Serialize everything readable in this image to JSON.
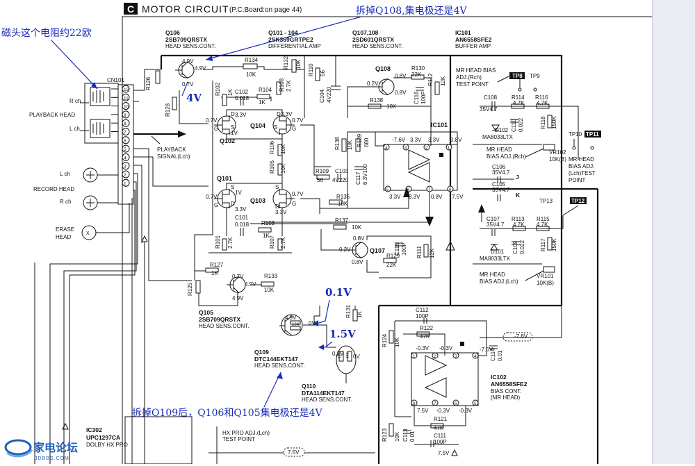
{
  "header": {
    "section_letter": "C",
    "title": "MOTOR  CIRCUIT",
    "subtitle": "(P.C.Board:on page 44)"
  },
  "annotations": {
    "q108_note": "拆掉Q108,集电极还是4V",
    "head_resistance": "磁头这个电阻约22欧",
    "v_4v": "4V",
    "v_01v": "0.1V",
    "v_15v": "1.5V",
    "q109_note": "拆掉Q109后，Q106和Q105集电极还是4V"
  },
  "parts": {
    "q106": {
      "ref": "Q106",
      "part": "2SB709QRSTX",
      "desc": "HEAD SENS.CONT."
    },
    "q101_104": {
      "ref": "Q101 - 104",
      "part": "2SK369GRTPE2",
      "desc": "DIFFERENTIAL AMP"
    },
    "q107_108": {
      "ref": "Q107,108",
      "part": "2SD601QRSTX",
      "desc": "HEAD SENS.CONT."
    },
    "ic101": {
      "ref": "IC101",
      "part": "AN6558SFE2",
      "desc": "BUFFER AMP"
    },
    "q105": {
      "ref": "Q105",
      "part": "2SB709QRSTX",
      "desc": "HEAD SENS.CONT."
    },
    "q109": {
      "ref": "Q109",
      "part": "DTC144EKT147",
      "desc": "HEAD SENS.CONT."
    },
    "q110": {
      "ref": "Q110",
      "part": "DTA114EKT147",
      "desc": "HEAD SENS.CONT."
    },
    "ic102": {
      "ref": "IC102",
      "part": "AN6558SFE2",
      "desc1": "BIAS CONT.",
      "desc2": "(MR HEAD)"
    },
    "ic302": {
      "ref": "IC302",
      "part": "UPC1297CA",
      "desc": "DOLBY HX PRO"
    }
  },
  "labels": {
    "cn101": "CN101",
    "r_ch": "R ch",
    "l_ch": "L ch",
    "playback_head": "PLAYBACK HEAD",
    "record_head": "RECORD HEAD",
    "erase": "ERASE",
    "head": "HEAD",
    "playback": "PLAYBACK",
    "signal_lch": "SIGNAL(Lch)",
    "ic101_label": "IC101",
    "mr_head_bias_rch_1": "MR HEAD BIAS",
    "mr_head_bias_rch_2": "ADJ.(Rch)",
    "mr_head_bias_rch_3": "TEST POINT",
    "mr_bias_adj_rch_1": "MR HEAD",
    "mr_bias_adj_rch_2": "BIAS ADJ.(Rch)",
    "mr_bias_adj_lch_test_1": "MR HEAD",
    "mr_bias_adj_lch_test_2": "BIAS ADJ.",
    "mr_bias_adj_lch_test_3": "(Lch)TEST",
    "mr_bias_adj_lch_test_4": "POINT",
    "mr_bias_adj_lch_1": "MR HEAD",
    "mr_bias_adj_lch_2": "BIAS ADJ.(Lch)",
    "hx_pro_adj_1": "HX PRO ADJ.(Lch)",
    "hx_pro_adj_2": "TEST POINT",
    "tp8": "TP8",
    "tp9": "TP9",
    "tp10": "TP10",
    "tp11": "TP11",
    "tp12": "TP12",
    "tp13": "TP13",
    "vr102": "VR102",
    "vr102_val": "10K(B)",
    "vr101": "VR101",
    "vr101_val": "10K(B)",
    "d102": "D102",
    "d102_part": "MA8033LTX",
    "d101": "D101",
    "d101_part": "MA8033LTX",
    "r126": "R126",
    "r128": "R128",
    "r134": "R134",
    "r134v": "10K",
    "r132": "R132",
    "r132v": "10K",
    "r110": "R110",
    "r110v": "56",
    "c104": "C104",
    "c104v": "4V220",
    "r130": "R130",
    "r130v": "22K",
    "r112": "R112",
    "r112v": "12K",
    "c116": "C116",
    "c116v": "100P",
    "r138": "R138",
    "r138v": "10K",
    "r102": "R102",
    "r102v": "1K",
    "c102": "C102",
    "c102v": "0.018",
    "r104": "R104",
    "r104v": "1K",
    "r108": "R108",
    "r108v": "2.7K",
    "r106": "R106",
    "r106v": "10K",
    "r105": "R105",
    "r105v": "10K",
    "r136": "R136",
    "r136v": "10K",
    "r139": "R139",
    "r139v": "680",
    "r109": "R109",
    "r109v": "56",
    "c103": "C103",
    "c103v": "4V220",
    "c117": "C117",
    "c117v": "6.3V100",
    "r135": "R135",
    "r135v": "10K",
    "c101": "C101",
    "c101v": "0.018",
    "r103": "R103",
    "r103v": "1K",
    "r101": "R101",
    "r101v": "2.7K",
    "r107": "R107",
    "r107v": "2.7K",
    "r137": "R137",
    "r137v": "10K",
    "c115": "C115",
    "c115v": "100P",
    "r129": "R129",
    "r129v": "22K",
    "r111": "R111",
    "r111v": "12K",
    "r127": "R127",
    "r127v": "1K",
    "r125": "R125",
    "r133": "R133",
    "r133v": "10K",
    "c108": "C108",
    "c108v": "35V4.7",
    "r114": "R114",
    "r114v": "4.7K",
    "r116": "R116",
    "r116v": "4.7K",
    "c110": "C110",
    "c110v": "0.022",
    "r118": "R118",
    "r118v": "150K",
    "c106": "C106",
    "c106v": "35V4.7",
    "c105": "C105",
    "c105v": "35V4.7",
    "c107": "C107",
    "c107v": "35V4.7",
    "r113": "R113",
    "r113v": "4.7K",
    "r115": "R115",
    "r115v": "4.7K",
    "c109": "C109",
    "c109v": "0.022",
    "r117": "R117",
    "r117v": "150K",
    "r131": "R131",
    "r131v": "1K",
    "c112": "C112",
    "c112v": "100P",
    "r122": "R122",
    "r122v": "47K",
    "r124": "R124",
    "r124v": "10K",
    "c114": "C114",
    "c114v": "0.01",
    "r121": "R121",
    "r121v": "47K",
    "c111": "C111",
    "c111v": "100P",
    "r123": "R123",
    "r123v": "10K",
    "c113": "C113",
    "c113v": "0.01",
    "r10k": "10K",
    "r10k2": "10K",
    "r47k": "47K",
    "pin_j": "J",
    "pin_k": "K",
    "n12": "12",
    "n11": "11",
    "n10": "10",
    "n9": "9",
    "n8": "8",
    "n7": "7",
    "n6": "6",
    "n5": "5",
    "n4": "4",
    "n3": "3",
    "n2": "2",
    "n1": "1",
    "p4": "4",
    "p3": "3",
    "p2": "2",
    "p1": "1",
    "p5": "5",
    "p6": "6",
    "p7": "7",
    "p8": "8",
    "q102": "Q102",
    "q104": "Q104",
    "q101": "Q101",
    "q103": "Q103",
    "q108": "Q108",
    "q107": "Q107",
    "d": "D",
    "s": "S",
    "g": "G",
    "v49": "4.9V",
    "v07": "0.7V",
    "v33": "3.3V",
    "v1": "1V",
    "v08": "0.8V",
    "v02": "0.2V",
    "v76m": "-7.6V",
    "v75": "7.5V",
    "v03m": "-0.3V",
    "v0": "0V",
    "v02b": "0.2V"
  },
  "colors": {
    "annotation": "#1a2cb8",
    "wire": "#111111",
    "logo_blue": "#1d5fb8"
  },
  "watermark": {
    "brand": "家电论坛",
    "url": "JDBBS.COM"
  }
}
